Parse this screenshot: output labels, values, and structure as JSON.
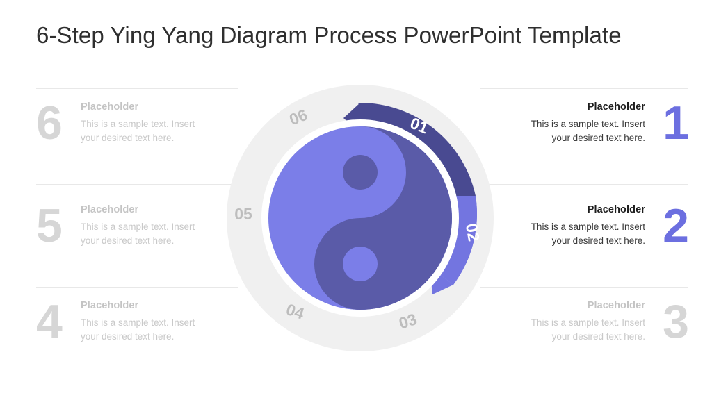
{
  "slide": {
    "title": "6-Step Ying Yang Diagram Process PowerPoint Template"
  },
  "colors": {
    "step1_arrow": "#494a91",
    "step2_arrow": "#7375e0",
    "accent_numeral": "#6c6fe0",
    "ring_track": "#f0f0f0",
    "yin_light": "#7b7ee8",
    "yang_dark": "#5a5ba8",
    "muted_text": "#c9c9c9",
    "active_text": "#1d1d1d",
    "divider": "#e8e8e8"
  },
  "blocks": [
    {
      "step": "6",
      "side": "left",
      "state": "muted",
      "heading": "Placeholder",
      "description": "This is a sample text. Insert your desired text here."
    },
    {
      "step": "5",
      "side": "left",
      "state": "muted",
      "heading": "Placeholder",
      "description": "This is a sample text. Insert your desired text here."
    },
    {
      "step": "4",
      "side": "left",
      "state": "muted",
      "heading": "Placeholder",
      "description": "This is a sample text. Insert your desired text here."
    },
    {
      "step": "1",
      "side": "right",
      "state": "active",
      "heading": "Placeholder",
      "description": "This is a sample text. Insert your desired text here."
    },
    {
      "step": "2",
      "side": "right",
      "state": "active",
      "heading": "Placeholder",
      "description": "This is a sample text. Insert your desired text here."
    },
    {
      "step": "3",
      "side": "right",
      "state": "muted",
      "heading": "Placeholder",
      "description": "This is a sample text. Insert your desired text here."
    }
  ],
  "diagram": {
    "ring_labels": [
      {
        "step": "01",
        "state": "active"
      },
      {
        "step": "02",
        "state": "active"
      },
      {
        "step": "03",
        "state": "muted"
      },
      {
        "step": "04",
        "state": "muted"
      },
      {
        "step": "05",
        "state": "muted"
      },
      {
        "step": "06",
        "state": "muted"
      }
    ]
  }
}
